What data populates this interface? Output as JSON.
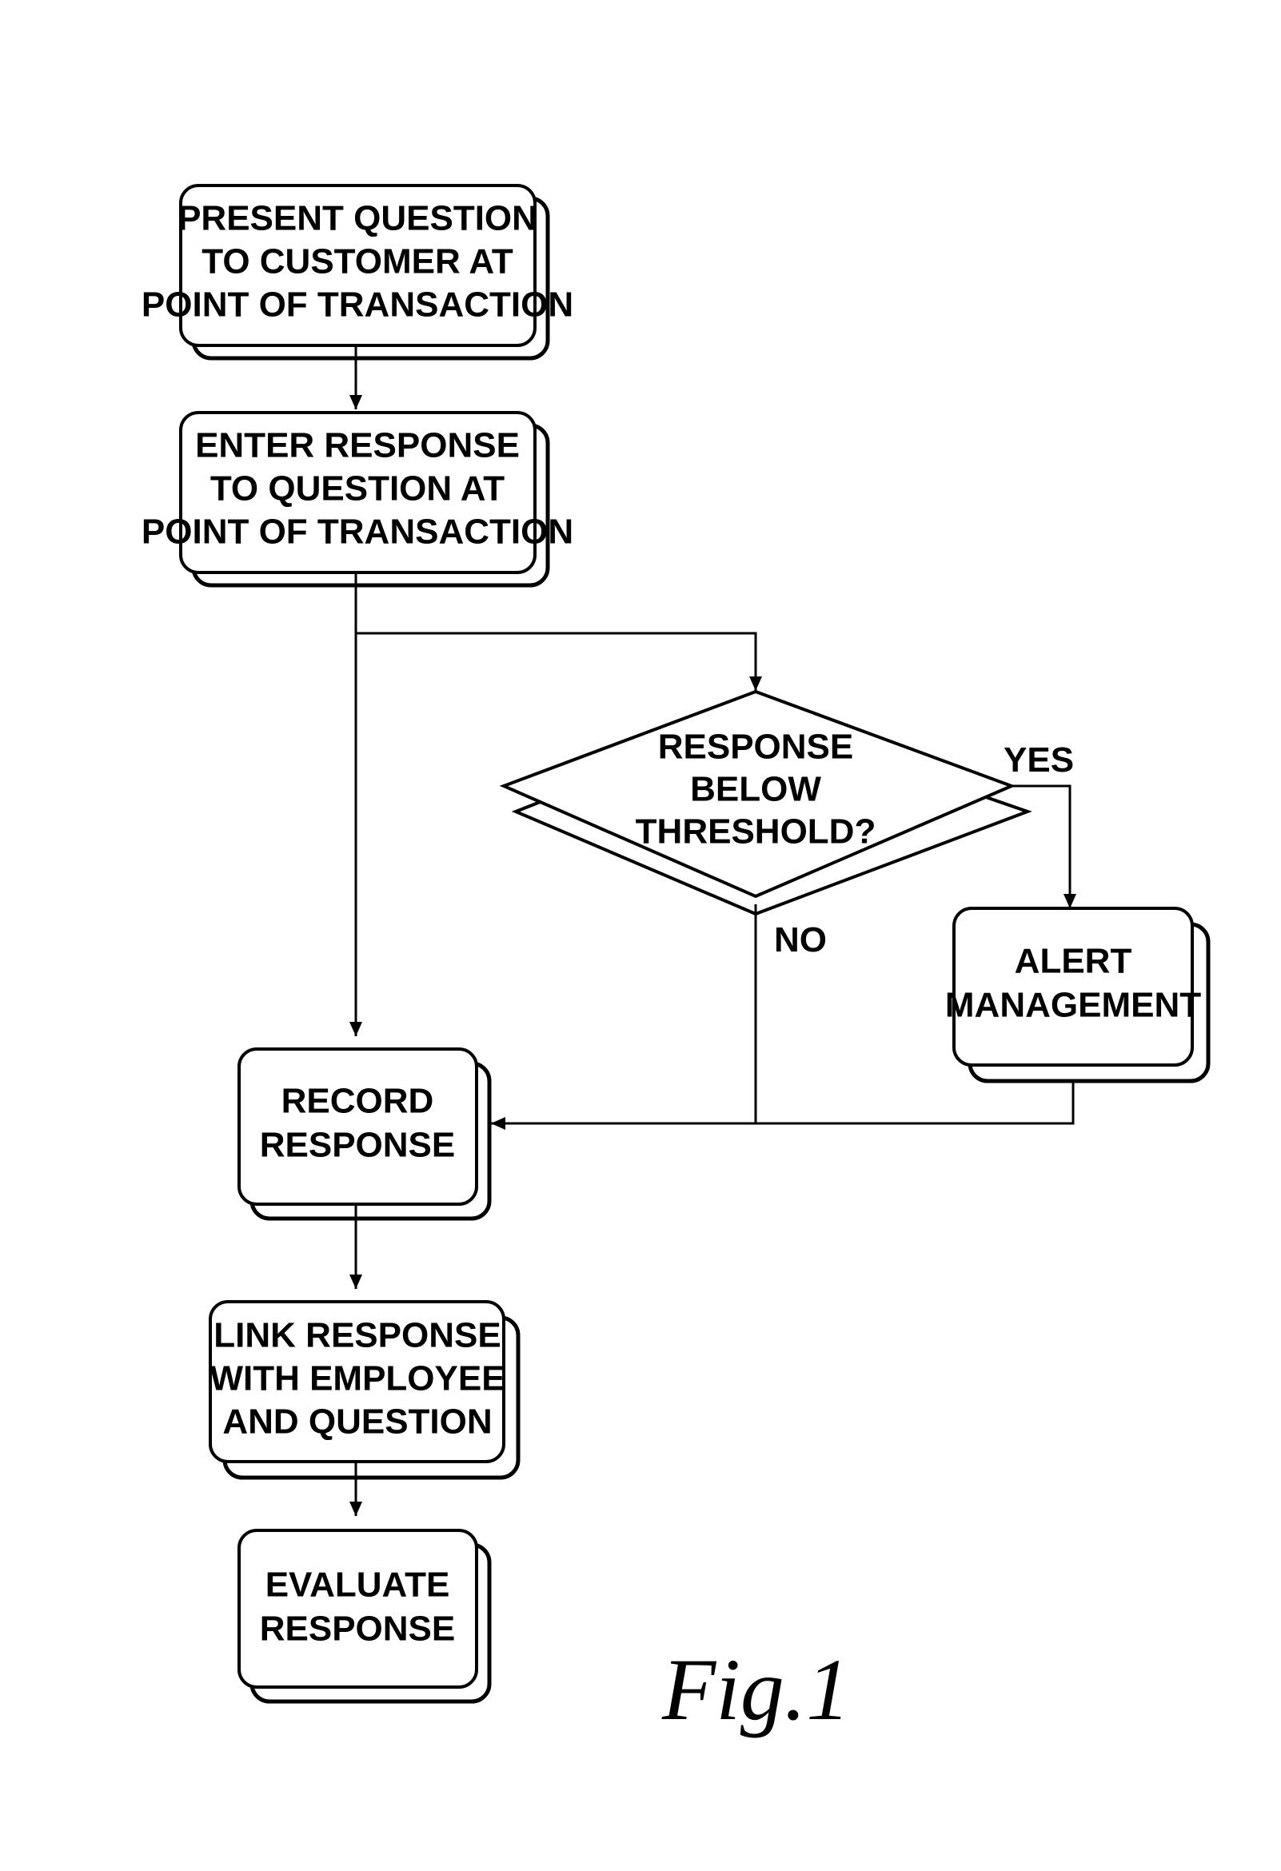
{
  "nodes": {
    "present_question": [
      "PRESENT QUESTION",
      "TO CUSTOMER AT",
      "POINT OF TRANSACTION"
    ],
    "enter_response": [
      "ENTER RESPONSE",
      "TO QUESTION AT",
      "POINT OF TRANSACTION"
    ],
    "threshold_decision": [
      "RESPONSE",
      "BELOW",
      "THRESHOLD?"
    ],
    "alert_management": [
      "ALERT",
      "MANAGEMENT"
    ],
    "record_response": [
      "RECORD",
      "RESPONSE"
    ],
    "link_response": [
      "LINK RESPONSE",
      "WITH EMPLOYEE",
      "AND QUESTION"
    ],
    "evaluate_response": [
      "EVALUATE",
      "RESPONSE"
    ]
  },
  "edge_labels": {
    "yes": "YES",
    "no": "NO"
  },
  "figure_label": "Fig.1"
}
